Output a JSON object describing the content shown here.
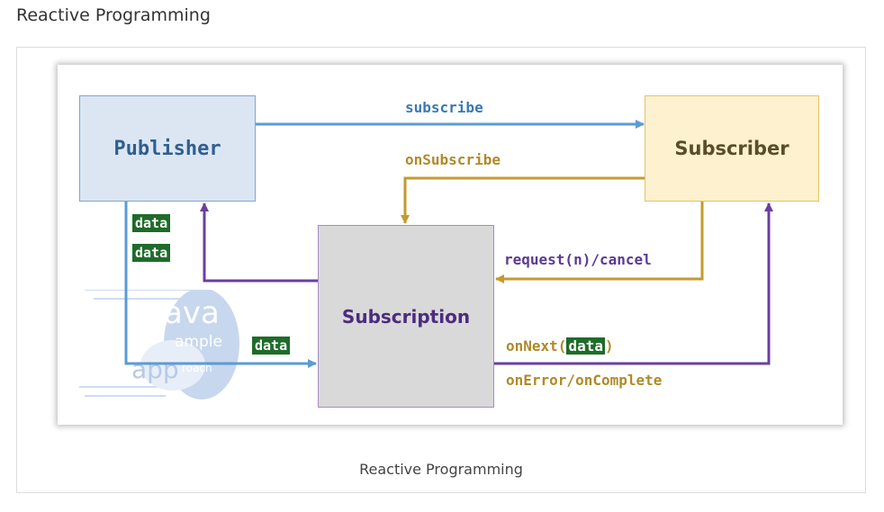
{
  "page": {
    "title": "Reactive Programming",
    "caption": "Reactive Programming"
  },
  "diagram": {
    "nodes": {
      "publisher": "Publisher",
      "subscriber": "Subscriber",
      "subscription": "Subscription"
    },
    "edges": {
      "subscribe": "subscribe",
      "on_subscribe": "onSubscribe",
      "request_cancel": "request(n)/cancel",
      "on_next_prefix": "onNext(",
      "on_next_data": "data",
      "on_next_suffix": ")",
      "on_error_complete": "onError/onComplete"
    },
    "data_tags": [
      "data",
      "data",
      "data"
    ],
    "watermark": {
      "word1": "ava",
      "word2": "ample",
      "word3": "app",
      "word4": "roach"
    },
    "colors": {
      "blue": "#5b9bd5",
      "gold": "#c59a2e",
      "purple": "#6a3fa0",
      "tag_green": "#1f6b2a"
    }
  }
}
